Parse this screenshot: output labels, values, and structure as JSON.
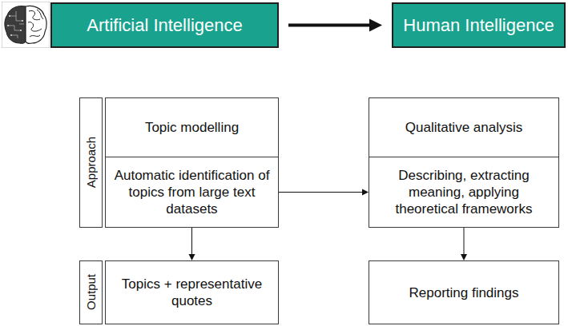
{
  "diagram": {
    "nodes": [
      {
        "text": [
          "Artificial Intelligence"
        ]
      },
      {
        "text": [
          "Human Intelligence"
        ]
      },
      {
        "text": [
          "Approach"
        ]
      },
      {
        "text": [
          "Topic modelling"
        ]
      },
      {
        "text": [
          "Automatic identification of topics from large text datasets"
        ]
      },
      {
        "text": [
          "Qualitative analysis"
        ]
      },
      {
        "text": [
          "Describing, extracting meaning, applying theoretical frameworks"
        ]
      },
      {
        "text": [
          "Output"
        ]
      },
      {
        "text": [
          "Topics + representative quotes"
        ]
      },
      {
        "text": [
          "Reporting findings"
        ]
      }
    ],
    "edges": [
      {
        "from": 0,
        "to": 1,
        "arrow": "to"
      },
      {
        "from": 4,
        "to": 6,
        "arrow": "to"
      },
      {
        "from": 4,
        "to": 8,
        "arrow": "to"
      },
      {
        "from": 6,
        "to": 9,
        "arrow": "to"
      }
    ]
  }
}
